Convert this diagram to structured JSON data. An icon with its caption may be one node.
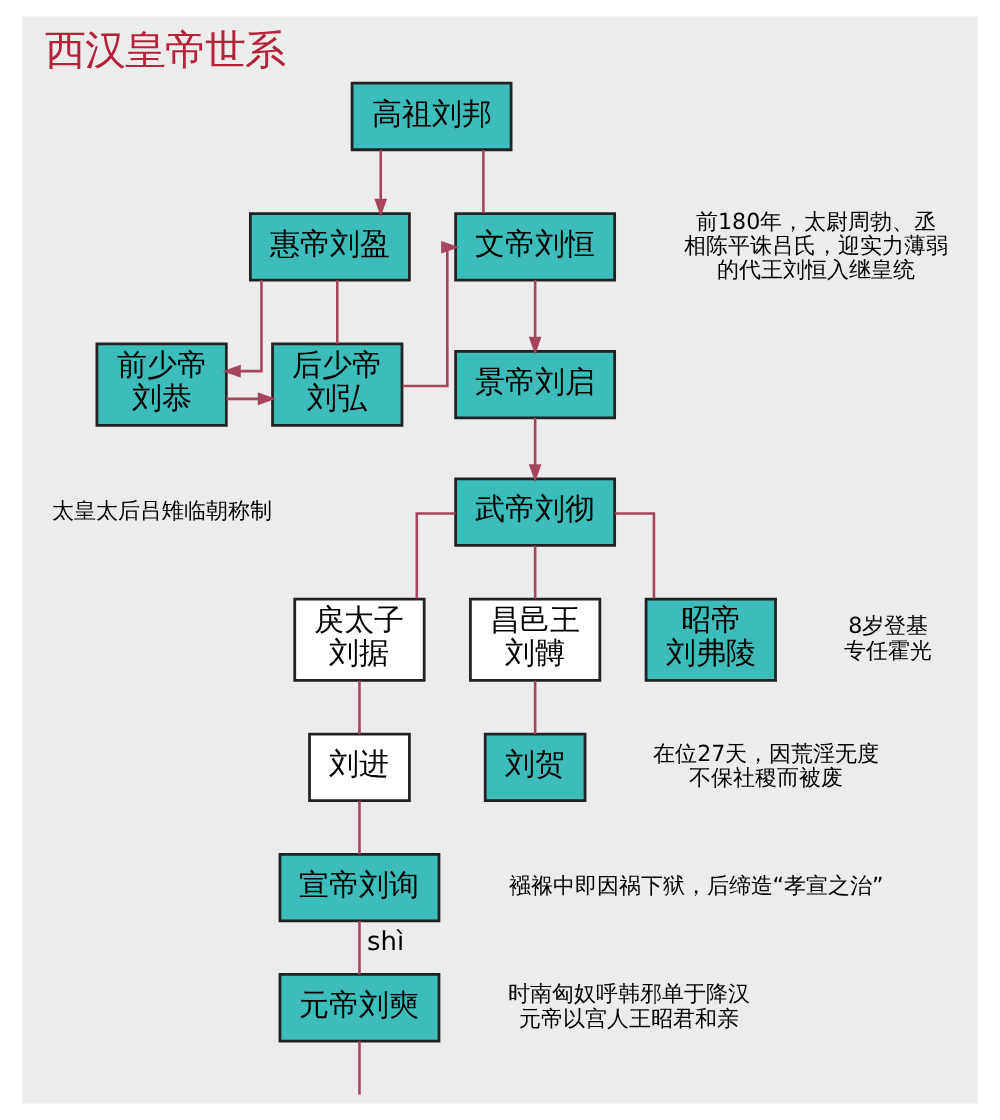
{
  "diagram": {
    "title": "西汉皇帝世系",
    "nodes": [
      {
        "text": [
          "高祖刘邦"
        ]
      },
      {
        "text": [
          "惠帝刘盈"
        ]
      },
      {
        "text": [
          "文帝刘恒"
        ],
        "beside": [
          "前180年，太尉周勃、丞相陈平诛吕氏，迎实力薄弱的代王刘恒入继皇统"
        ]
      },
      {
        "text": [
          "前少帝刘恭"
        ]
      },
      {
        "text": [
          "后少帝刘弘"
        ]
      },
      {
        "text": [
          "景帝刘启"
        ]
      },
      {
        "text": [
          "武帝刘彻"
        ]
      },
      {
        "text": [
          "戾太子刘据"
        ]
      },
      {
        "text": [
          "昌邑王刘髆"
        ]
      },
      {
        "text": [
          "昭帝刘弗陵"
        ],
        "beside": [
          "8岁登基专任霍光"
        ]
      },
      {
        "text": [
          "刘进"
        ]
      },
      {
        "text": [
          "刘贺"
        ],
        "beside": [
          "在位27天，因荒淫无度不保社稷而被废"
        ]
      },
      {
        "text": [
          "宣帝刘询"
        ],
        "beside": [
          "襁褓中即因祸下狱，后缔造“孝宣之治”"
        ]
      },
      {
        "text": [
          "元帝刘奭"
        ],
        "beside": [
          "时南匈奴呼韩邪单于降汉元帝以宫人王昭君和亲"
        ]
      }
    ],
    "edges": [
      {
        "from": 0,
        "to": 1,
        "arrow": "to"
      },
      {
        "from": 0,
        "to": 2,
        "arrow": "none"
      },
      {
        "from": 1,
        "to": 3,
        "arrow": "to"
      },
      {
        "from": 1,
        "to": 4,
        "arrow": "none"
      },
      {
        "from": 3,
        "to": 4,
        "arrow": "to"
      },
      {
        "from": 4,
        "to": 2,
        "arrow": "to"
      },
      {
        "from": 2,
        "to": 5,
        "arrow": "to"
      },
      {
        "from": 5,
        "to": 6,
        "arrow": "to"
      },
      {
        "from": 6,
        "to": 7,
        "arrow": "none"
      },
      {
        "from": 6,
        "to": 8,
        "arrow": "none"
      },
      {
        "from": 6,
        "to": 9,
        "arrow": "none"
      },
      {
        "from": 7,
        "to": 10,
        "arrow": "none"
      },
      {
        "from": 8,
        "to": 11,
        "arrow": "none"
      },
      {
        "from": 10,
        "to": 12,
        "arrow": "none"
      },
      {
        "from": 12,
        "to": 13,
        "arrow": "none",
        "label": "shì"
      },
      {
        "from": 13,
        "to": null,
        "arrow": "none"
      }
    ],
    "labels": [
      "太皇太后吕雉临朝称制"
    ]
  }
}
